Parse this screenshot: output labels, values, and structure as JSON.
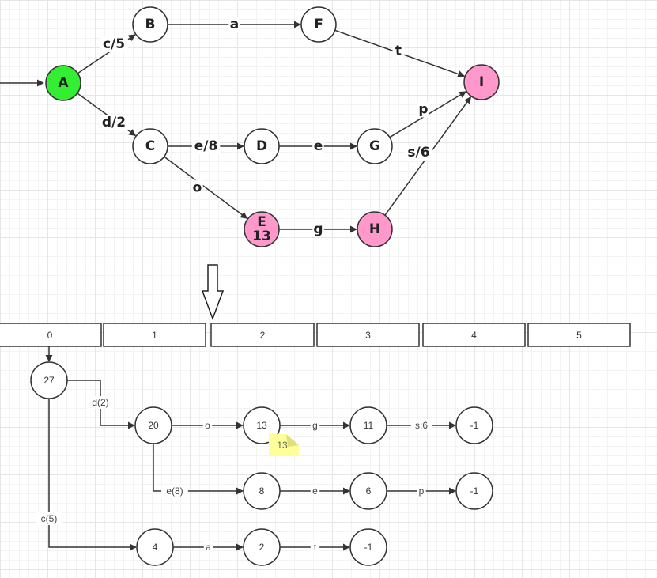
{
  "colors": {
    "start": "#33ee33",
    "highlight": "#ff99cc",
    "plain": "#ffffff",
    "stroke": "#333333",
    "note": "#ffff99",
    "note_fold": "#e0e07a"
  },
  "top_graph": {
    "nodes": [
      {
        "id": "A",
        "lines": [
          "A"
        ],
        "fill": "start"
      },
      {
        "id": "B",
        "lines": [
          "B"
        ],
        "fill": "plain"
      },
      {
        "id": "F",
        "lines": [
          "F"
        ],
        "fill": "plain"
      },
      {
        "id": "I",
        "lines": [
          "I"
        ],
        "fill": "highlight"
      },
      {
        "id": "C",
        "lines": [
          "C"
        ],
        "fill": "plain"
      },
      {
        "id": "D",
        "lines": [
          "D"
        ],
        "fill": "plain"
      },
      {
        "id": "G",
        "lines": [
          "G"
        ],
        "fill": "plain"
      },
      {
        "id": "E",
        "lines": [
          "E",
          "13"
        ],
        "fill": "highlight"
      },
      {
        "id": "H",
        "lines": [
          "H"
        ],
        "fill": "highlight"
      }
    ],
    "edges": [
      {
        "from": "A",
        "to": "B",
        "label": "c/5"
      },
      {
        "from": "A",
        "to": "C",
        "label": "d/2"
      },
      {
        "from": "B",
        "to": "F",
        "label": "a"
      },
      {
        "from": "F",
        "to": "I",
        "label": "t"
      },
      {
        "from": "C",
        "to": "D",
        "label": "e/8"
      },
      {
        "from": "D",
        "to": "G",
        "label": "e"
      },
      {
        "from": "G",
        "to": "I",
        "label": "p"
      },
      {
        "from": "C",
        "to": "E",
        "label": "o"
      },
      {
        "from": "E",
        "to": "H",
        "label": "g"
      },
      {
        "from": "H",
        "to": "I",
        "label": "s/6"
      }
    ]
  },
  "array_cells": [
    "0",
    "1",
    "2",
    "3",
    "4",
    "5"
  ],
  "bottom_graph": {
    "nodes": [
      {
        "id": "n27",
        "label": "27"
      },
      {
        "id": "n20",
        "label": "20"
      },
      {
        "id": "n13",
        "label": "13"
      },
      {
        "id": "n11",
        "label": "11"
      },
      {
        "id": "nm1a",
        "label": "-1"
      },
      {
        "id": "n8",
        "label": "8"
      },
      {
        "id": "n6",
        "label": "6"
      },
      {
        "id": "nm1b",
        "label": "-1"
      },
      {
        "id": "n4",
        "label": "4"
      },
      {
        "id": "n2",
        "label": "2"
      },
      {
        "id": "nm1c",
        "label": "-1"
      }
    ],
    "edges": [
      {
        "from": "n27",
        "to": "n20",
        "label": "d(2)"
      },
      {
        "from": "n20",
        "to": "n13",
        "label": "o"
      },
      {
        "from": "n13",
        "to": "n11",
        "label": "g"
      },
      {
        "from": "n11",
        "to": "nm1a",
        "label": "s:6"
      },
      {
        "from": "n20",
        "to": "n8",
        "label": "e(8)"
      },
      {
        "from": "n8",
        "to": "n6",
        "label": "e"
      },
      {
        "from": "n6",
        "to": "nm1b",
        "label": "p"
      },
      {
        "from": "n27",
        "to": "n4",
        "label": "c(5)"
      },
      {
        "from": "n4",
        "to": "n2",
        "label": "a"
      },
      {
        "from": "n2",
        "to": "nm1c",
        "label": "t"
      }
    ],
    "note": "13"
  }
}
